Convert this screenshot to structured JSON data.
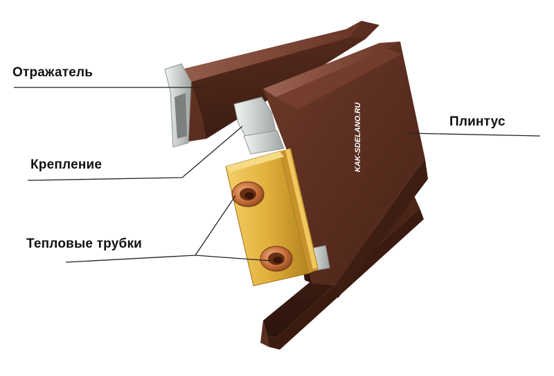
{
  "labels": {
    "reflector": "Отражатель",
    "mount": "Крепление",
    "heat_pipes": "Тепловые трубки",
    "plinth": "Плинтус"
  },
  "watermark": "KAK-SDELANO.RU",
  "colors": {
    "plinth_brown": "#5a2e20",
    "plinth_highlight": "#8a5544",
    "aluminium": "#d6dad8",
    "brass": "#e2b03c",
    "copper": "#c8703a",
    "leader_line": "#222222"
  }
}
